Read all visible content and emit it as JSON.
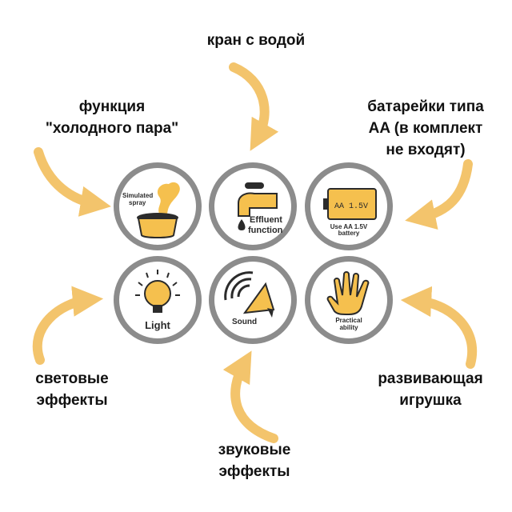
{
  "labels": {
    "tap": [
      "кран с водой"
    ],
    "steam": [
      "функция",
      "\"холодного пара\""
    ],
    "battery": [
      "батарейки типа",
      "AA (в комплект",
      "не входят)"
    ],
    "light": [
      "световые",
      "эффекты"
    ],
    "toy": [
      "развивающая",
      "игрушка"
    ],
    "sound": [
      "звуковые",
      "эффекты"
    ]
  },
  "badges": {
    "spray": {
      "line1": "Simulated",
      "line2": "spray",
      "icon": "steaming-pot-icon"
    },
    "effluent": {
      "line1": "Effluent",
      "line2": "function",
      "icon": "water-tap-icon"
    },
    "battery": {
      "screen": "AA 1.5V",
      "line1": "Use AA 1.5V",
      "line2": "battery",
      "icon": "battery-icon"
    },
    "light": {
      "line1": "Light",
      "icon": "light-bulb-icon"
    },
    "sound": {
      "line1": "Sound",
      "icon": "speaker-icon"
    },
    "practical": {
      "line1": "Practical",
      "line2": "ability",
      "icon": "hand-icon"
    }
  },
  "colors": {
    "accent": "#f5c04e",
    "arrow": "#f3c46c",
    "ring": "#8c8c8c",
    "dark": "#2b2b2b"
  }
}
